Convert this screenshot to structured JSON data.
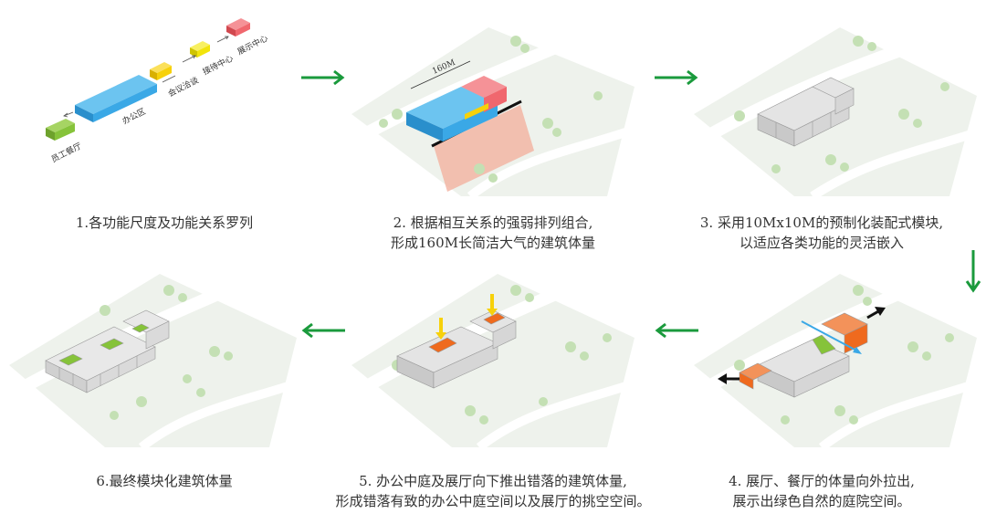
{
  "colors": {
    "accent_green": "#1a9a3c",
    "terrain": "#eef2ec",
    "path": "#ffffff",
    "tree": "#c4e0b4",
    "office_blue": "#3aa8e6",
    "meeting_yellow": "#f7d10a",
    "reception_yellow": "#f2e40c",
    "exhibit_red": "#f0676e",
    "canteen_green": "#86c33a",
    "module_grey": "#c9c9c9",
    "push_orange": "#ef6a1e"
  },
  "step1": {
    "labels": {
      "canteen": "员工餐厅",
      "office": "办公区",
      "meeting": "会议洽谈",
      "reception": "接待中心",
      "exhibit": "展示中心"
    },
    "caption": [
      "1.各功能尺度及功能关系罗列"
    ]
  },
  "step2": {
    "dimension": "160M",
    "caption": [
      "2. 根据相互关系的强弱排列组合,",
      "形成160M长简洁大气的建筑体量"
    ]
  },
  "step3": {
    "caption": [
      "3. 采用10Mx10M的预制化装配式模块,",
      "以适应各类功能的灵活嵌入"
    ]
  },
  "step4": {
    "caption": [
      "4. 展厅、餐厅的体量向外拉出,",
      "展示出绿色自然的庭院空间。"
    ]
  },
  "step5": {
    "caption": [
      "5. 办公中庭及展厅向下推出错落的建筑体量,",
      "形成错落有致的办公中庭空间以及展厅的挑空空间。"
    ]
  },
  "step6": {
    "caption": [
      "6.最终模块化建筑体量"
    ]
  }
}
